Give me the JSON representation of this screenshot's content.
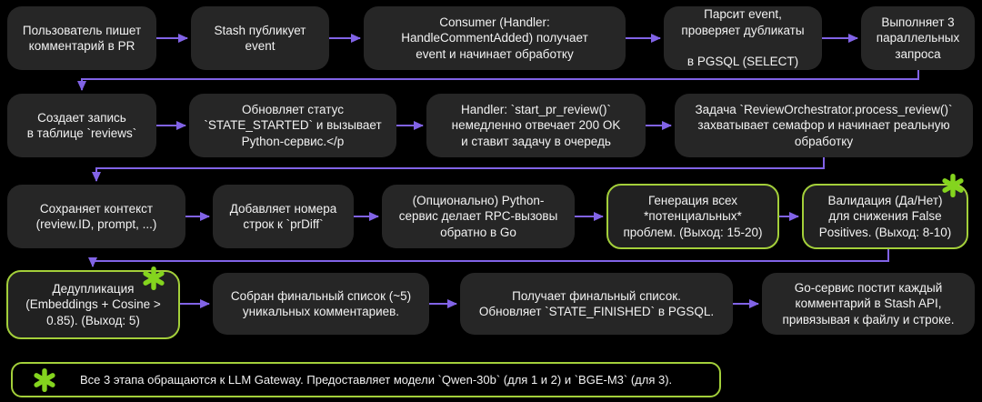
{
  "colors": {
    "background": "#000000",
    "node_background": "#262626",
    "text": "#f2f2f2",
    "arrow": "#8163e6",
    "highlight_border": "#a3cf3a",
    "asterisk": "#84d41e"
  },
  "rows": [
    {
      "boxes": [
        {
          "text": "Пользователь пишет\nкомментарий в PR",
          "highlighted": false
        },
        {
          "text": "Stash публикует\nevent",
          "highlighted": false
        },
        {
          "text": "Consumer (Handler:\nHandleCommentAdded) получает\nevent и начинает обработку",
          "highlighted": false
        },
        {
          "text": "Парсит event,\nпроверяет дубликаты\n\nв PGSQL (SELECT)",
          "highlighted": false
        },
        {
          "text": "Выполняет 3\nпараллельных\nзапроса",
          "highlighted": false
        }
      ]
    },
    {
      "boxes": [
        {
          "text": "Создает запись\nв таблице `reviews`",
          "highlighted": false
        },
        {
          "text": "Обновляет статус\n`STATE_STARTED` и вызывает\nPython-сервис.</p",
          "highlighted": false
        },
        {
          "text": "Handler: `start_pr_review()`\nнемедленно отвечает 200 OK\nи ставит задачу в очередь",
          "highlighted": false
        },
        {
          "text": "Задача `ReviewOrchestrator.process_review()`\nзахватывает семафор и начинает реальную\nобработку",
          "highlighted": false
        }
      ]
    },
    {
      "boxes": [
        {
          "text": "Сохраняет контекст\n(review.ID, prompt, ...)",
          "highlighted": false
        },
        {
          "text": "Добавляет номера\nстрок к `prDiff`",
          "highlighted": false
        },
        {
          "text": "(Опционально) Python-\nсервис делает RPC-вызовы\nобратно в Go",
          "highlighted": false
        },
        {
          "text": "Генерация всех\n*потенциальных*\nпроблем. (Выход: 15-20)",
          "highlighted": true,
          "asterisk": false
        },
        {
          "text": "Валидация (Да/Нет)\nдля снижения False\nPositives. (Выход: 8-10)",
          "highlighted": true,
          "asterisk": true
        }
      ]
    },
    {
      "boxes": [
        {
          "text": "Дедупликация\n(Embeddings + Cosine >\n0.85). (Выход: 5)",
          "highlighted": true,
          "asterisk": true
        },
        {
          "text": "Собран финальный список (~5)\nуникальных комментариев.",
          "highlighted": false
        },
        {
          "text": "Получает финальный список.\nОбновляет `STATE_FINISHED` в PGSQL.",
          "highlighted": false
        },
        {
          "text": "Go-сервис постит каждый\nкомментарий в Stash API,\nпривязывая к файлу и строке.",
          "highlighted": false
        }
      ]
    }
  ],
  "legend": {
    "text": "Все 3 этапа обращаются к LLM Gateway. Предоставляет модели `Qwen-30b` (для 1 и 2) и `BGE-M3` (для 3)."
  }
}
